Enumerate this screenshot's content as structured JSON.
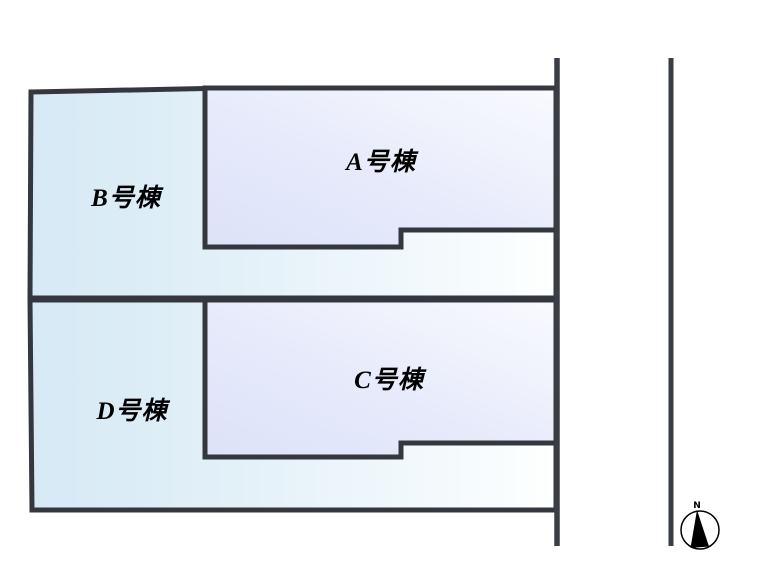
{
  "plan": {
    "type": "site-plan",
    "lots": [
      {
        "id": "a",
        "label": "A号棟"
      },
      {
        "id": "b",
        "label": "B号棟"
      },
      {
        "id": "c",
        "label": "C号棟"
      },
      {
        "id": "d",
        "label": "D号棟"
      }
    ],
    "compass": {
      "north_label": "N"
    }
  },
  "colors": {
    "outline": "#34383e",
    "road_line": "#3a3e44",
    "block_fill_left": "#d6e9f5",
    "block_fill_mid": "#e2f0f8",
    "block_fill_right": "#feffff",
    "unit_fill_dark": "#dce2f8",
    "unit_fill_mid": "#e7eafb",
    "unit_fill_light": "#f9fafe",
    "label_color": "#000000",
    "compass_stroke": "#000000",
    "compass_fill": "#ffffff",
    "compass_needle": "#000000",
    "background": "#ffffff"
  }
}
